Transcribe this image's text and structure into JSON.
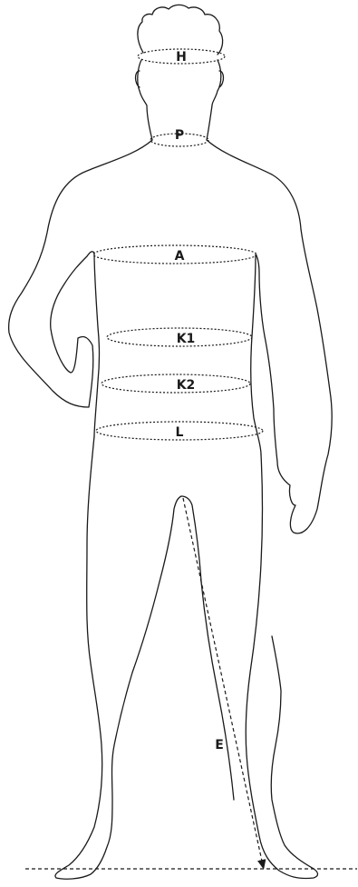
{
  "labels": {
    "head": "H",
    "neck": "P",
    "chest": "A",
    "waist": "K1",
    "hips": "K2",
    "thigh": "L",
    "inseam": "E"
  },
  "colors": {
    "line": "#1a1a1a",
    "background": "#ffffff"
  }
}
